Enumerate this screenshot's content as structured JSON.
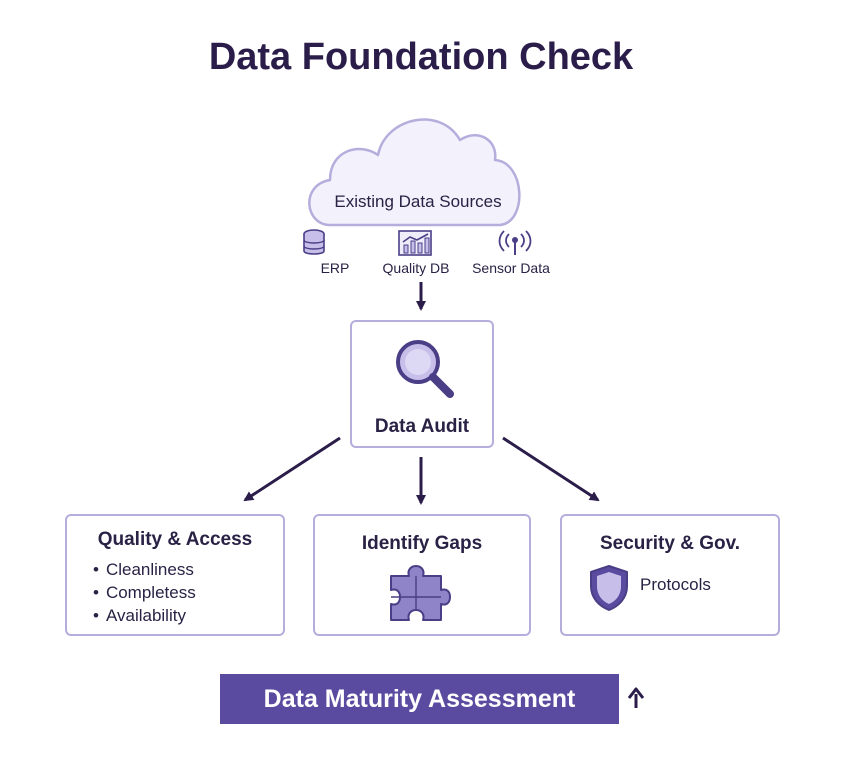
{
  "title": "Data Foundation Check",
  "colors": {
    "accent": "#5a4ba0",
    "box_border": "#b6addd",
    "icon_fill": "#c7bfea",
    "icon_stroke": "#4a3e86",
    "arrow": "#2b1d4a"
  },
  "cloud": {
    "label": "Existing Data Sources"
  },
  "sources": [
    {
      "label": "ERP",
      "icon": "database-icon"
    },
    {
      "label": "Quality DB",
      "icon": "chart-icon"
    },
    {
      "label": "Sensor Data",
      "icon": "signal-icon"
    }
  ],
  "audit": {
    "label": "Data Audit",
    "icon": "magnifier-icon"
  },
  "quality": {
    "title": "Quality & Access",
    "items": [
      "Cleanliness",
      "Completess",
      "Availability"
    ]
  },
  "gaps": {
    "title": "Identify Gaps",
    "icon": "puzzle-icon"
  },
  "security": {
    "title": "Security & Gov.",
    "item": "Protocols",
    "icon": "shield-icon"
  },
  "banner": {
    "label": "Data Maturity Assessment",
    "arrow": "up-arrow-icon"
  }
}
